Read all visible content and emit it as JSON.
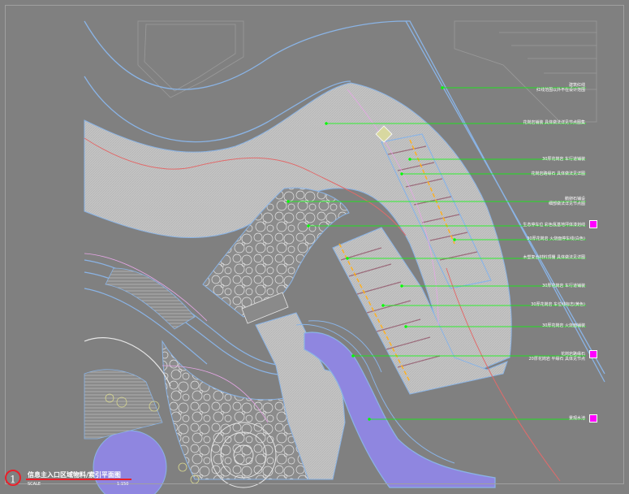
{
  "colors": {
    "background": "#808080",
    "leader": "#00ff00",
    "outline": "#8ab4e6",
    "pavement": "#c7c7c7",
    "water": "#8f86e0",
    "accent": "#e8202a",
    "marker": "#ff00ff"
  },
  "title": {
    "number": "1",
    "text": "信息主入口区域物料/索引平面图",
    "scale_label": "SCALE",
    "scale_ratio": "1:150"
  },
  "callouts": [
    {
      "line1": "建筑红线",
      "line2": "红线范围以外不在设计范围"
    },
    {
      "line1": "花岗岩铺装 具体做法详见节点图集"
    },
    {
      "line1": "30厚花岗岩 车行道铺装"
    },
    {
      "line1": "花岗岩路缘石 具体做法见详图"
    },
    {
      "line1": "鹅卵石铺设",
      "line2": "细部做法详见节点图"
    },
    {
      "line1": "生态停车位 彩色氥基地坪体漆划线"
    },
    {
      "line1": "30厚花岗岩 火烧面停车线(白色)"
    },
    {
      "line1": "木塑复合材料顶棚 具体做法见详图"
    },
    {
      "line1": "30厚花岗岩 车行道铺装"
    },
    {
      "line1": "30厚花岗岩 车位线标志(黄色)"
    },
    {
      "line1": "30厚花岗岩 火烧面铺装"
    },
    {
      "line1": "花岗岩路缘石",
      "line2": "20厚花岗岩 平缘石 具体见节点"
    },
    {
      "line1": "景观水池"
    }
  ]
}
